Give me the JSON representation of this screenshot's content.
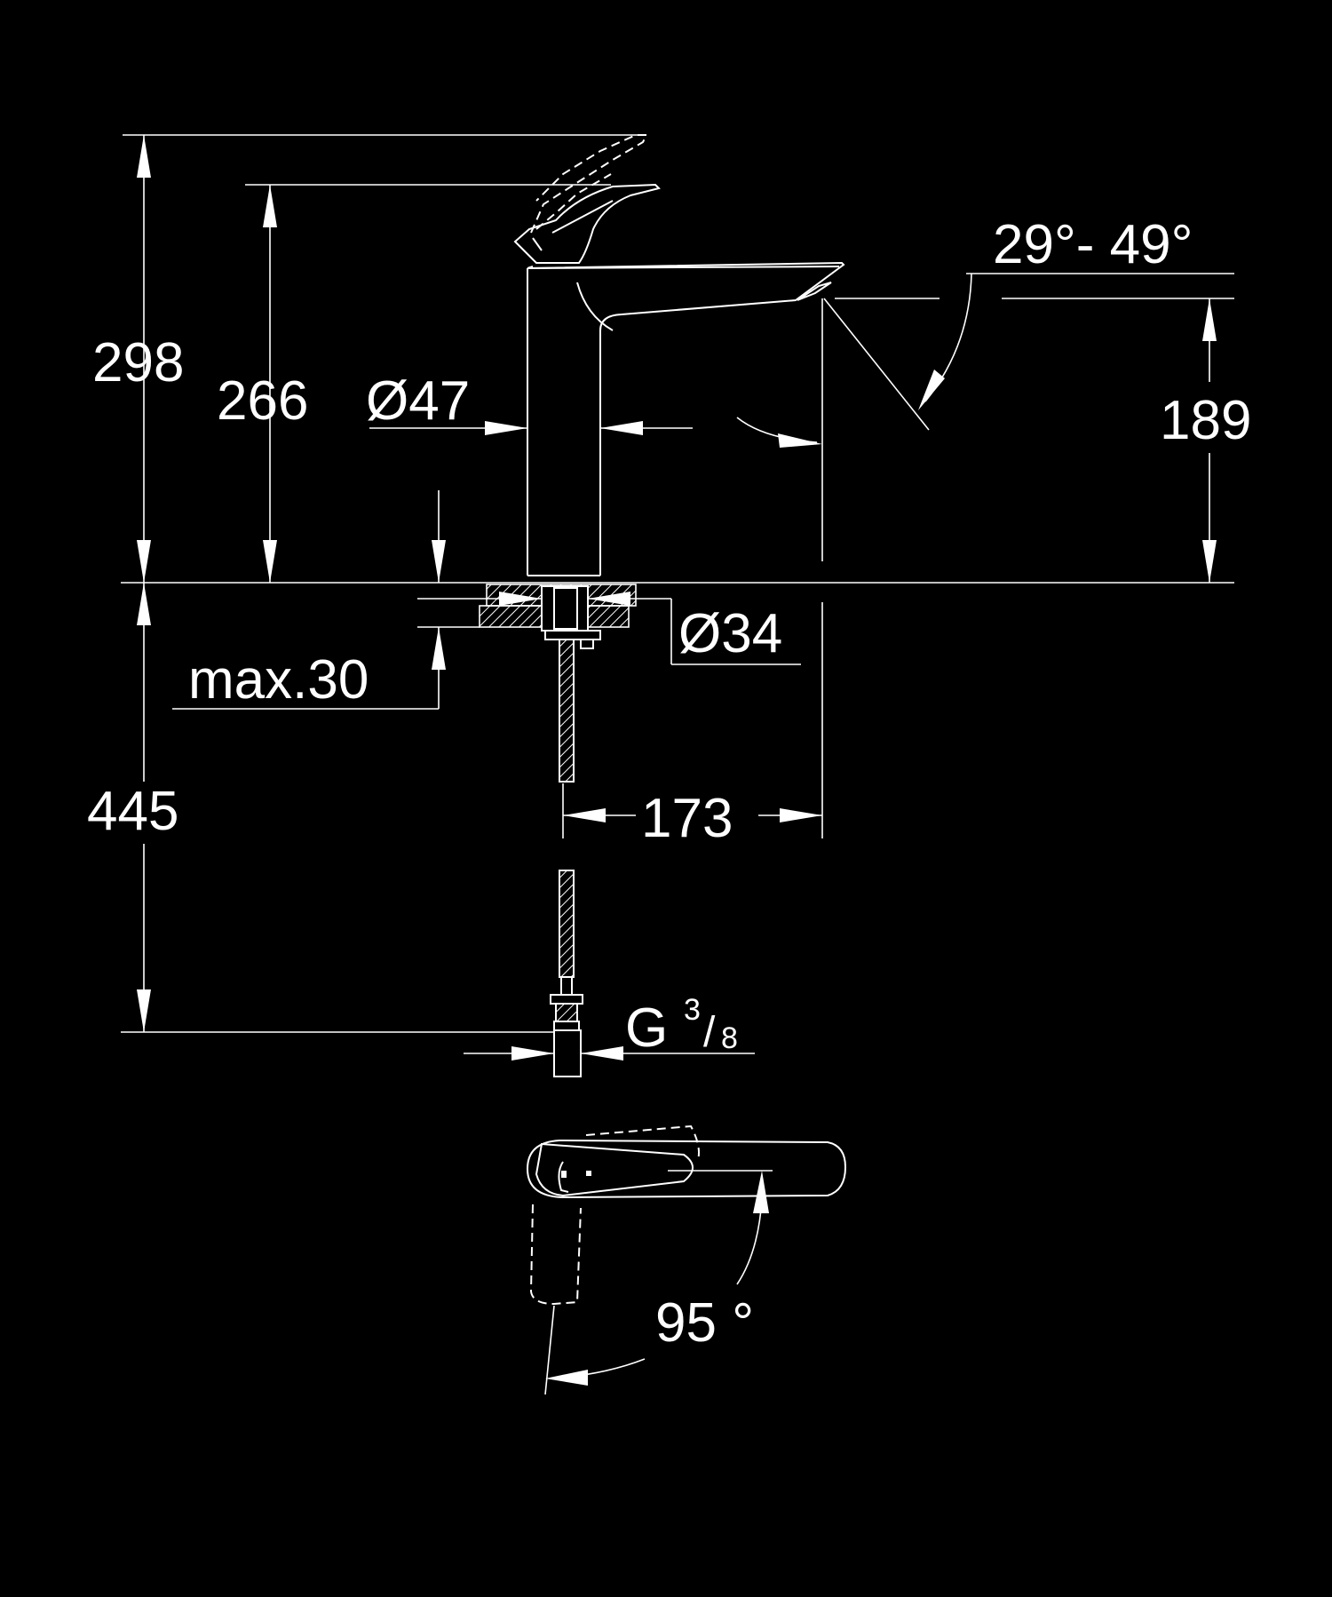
{
  "colors": {
    "background": "#000000",
    "line": "#ffffff"
  },
  "dimensions": {
    "overall_height": "298",
    "lever_height": "266",
    "body_diameter": "Ø47",
    "spout_angle": "29°- 49°",
    "spout_height": "189",
    "base_diameter": "Ø34",
    "max_deck": "max.30",
    "below_deck": "445",
    "spout_reach": "173",
    "thread_main": "G",
    "thread_num": "3",
    "thread_slash": "/",
    "thread_den": "8",
    "lever_rotation": "95 °"
  }
}
